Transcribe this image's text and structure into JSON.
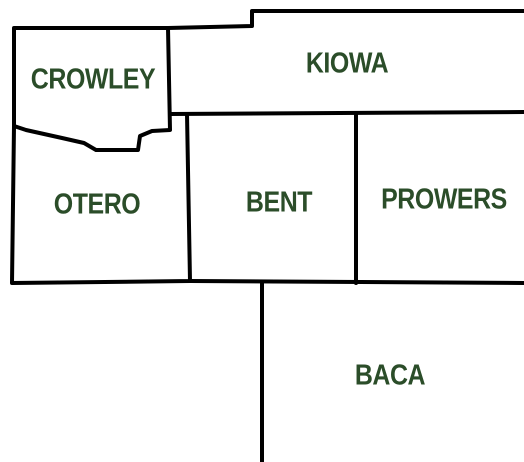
{
  "map": {
    "label_color": "#2b4d29",
    "border_color": "#000000",
    "counties": [
      {
        "id": "crowley",
        "name": "CROWLEY"
      },
      {
        "id": "kiowa",
        "name": "KIOWA"
      },
      {
        "id": "otero",
        "name": "OTERO"
      },
      {
        "id": "bent",
        "name": "BENT"
      },
      {
        "id": "prowers",
        "name": "PROWERS"
      },
      {
        "id": "baca",
        "name": "BACA"
      }
    ]
  }
}
